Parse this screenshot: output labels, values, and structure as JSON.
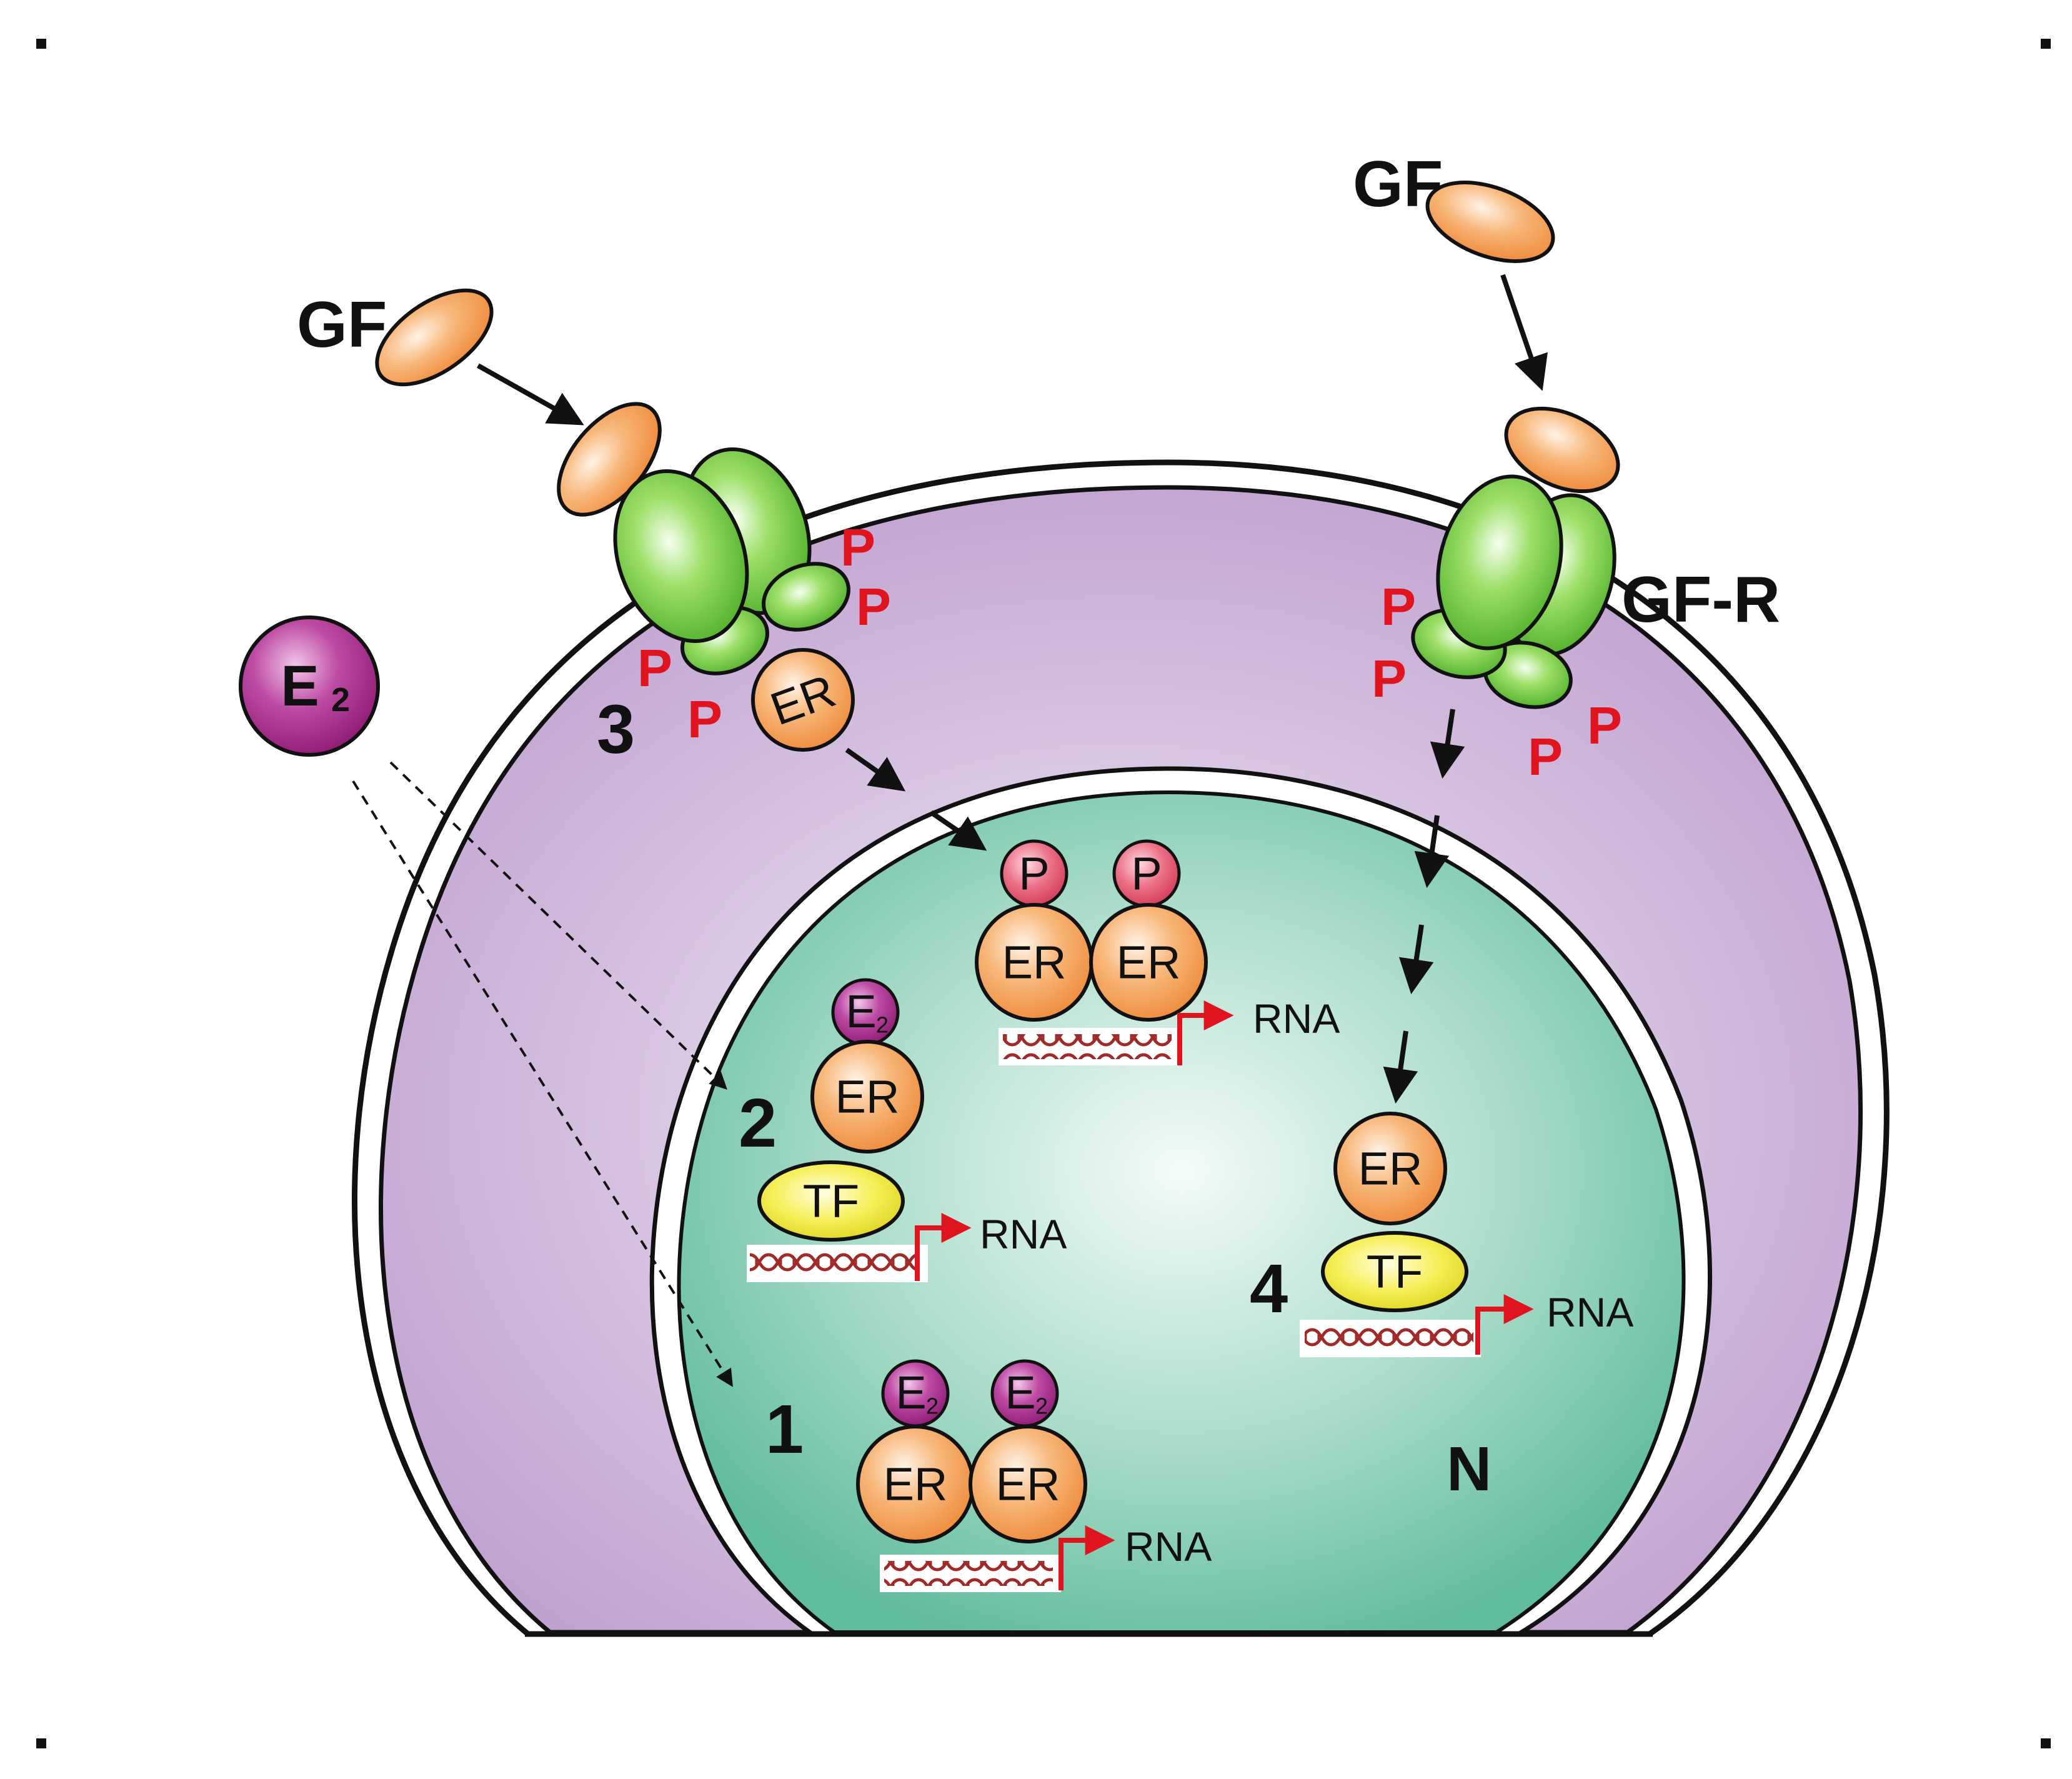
{
  "labels": {
    "gf_left": "GF",
    "gf_right": "GF",
    "gf_r": "GF-R",
    "e2_outside": "E",
    "e2_sub": "2",
    "nucleus": "N",
    "step1": "1",
    "step2": "2",
    "step3": "3",
    "step4": "4"
  },
  "phospho": "P",
  "er": "ER",
  "tf": "TF",
  "e2": "E",
  "e2_sub": "2",
  "rna": "RNA",
  "colors": {
    "cytoplasm": "#c9aed6",
    "nucleus": "#7fcdb3",
    "receptor_green": "#7fcf4a",
    "gf_orange": "#f59a5a",
    "er_orange": "#f5a452",
    "e2_purple": "#a8278a",
    "p_ball_red": "#e0506a",
    "tf_yellow": "#f2ec3a",
    "phospho_red": "#e0141e",
    "arrow_red": "#e0141e"
  }
}
